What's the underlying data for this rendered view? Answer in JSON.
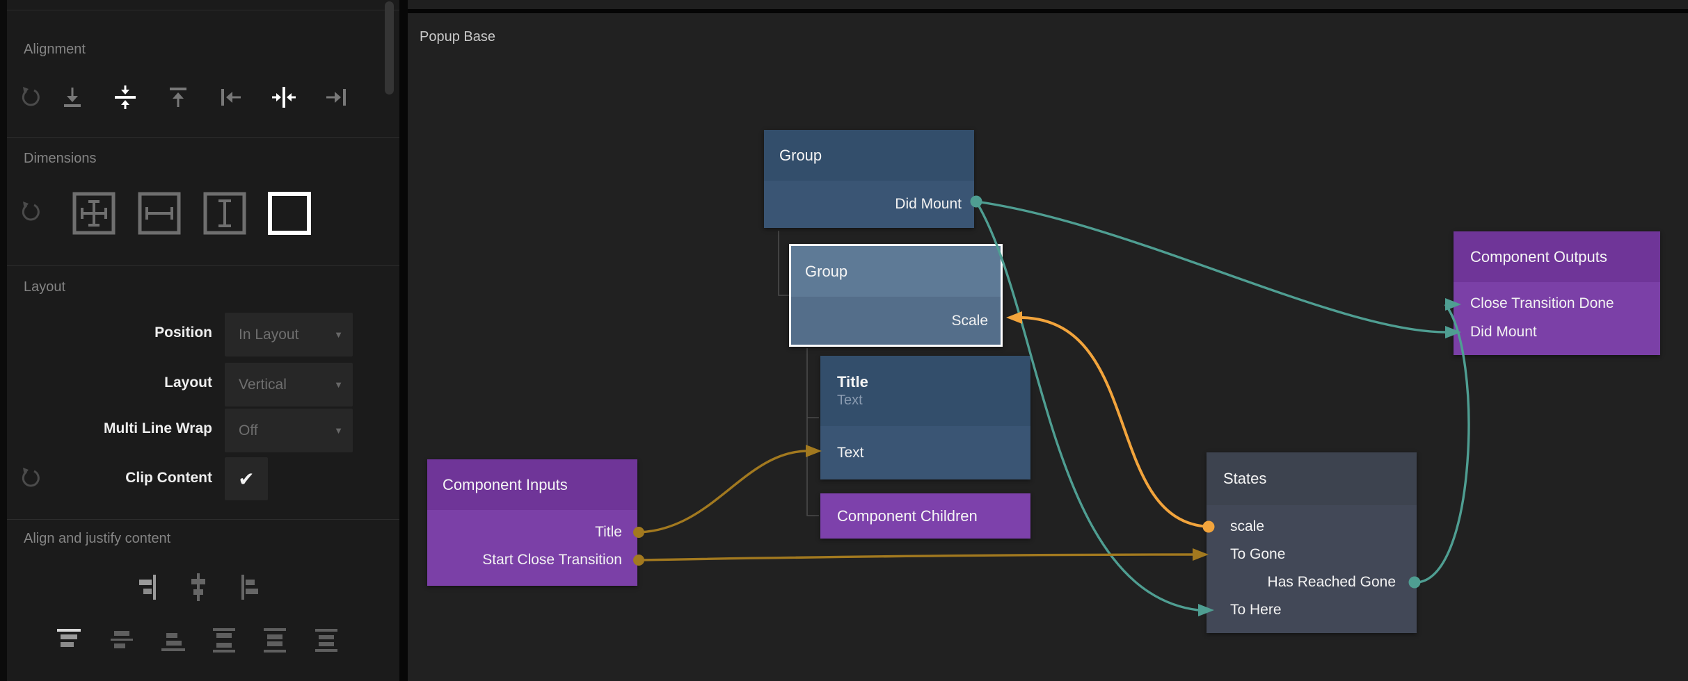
{
  "colors": {
    "wire_signal_teal": "#4f9e92",
    "wire_data_gold": "#a2791f",
    "wire_active_orange": "#f2a43c",
    "node_blue": "#334e6b",
    "node_blue_selected": "#5e7a96",
    "node_purple": "#6f3598",
    "node_gray": "#3d434f",
    "canvas_bg": "#212121",
    "sidebar_bg": "#1b1b1b"
  },
  "sidebar": {
    "alignment": {
      "title": "Alignment"
    },
    "dimensions": {
      "title": "Dimensions"
    },
    "layout": {
      "title": "Layout",
      "position": {
        "label": "Position",
        "value": "In Layout"
      },
      "layout": {
        "label": "Layout",
        "value": "Vertical"
      },
      "multi_line_wrap": {
        "label": "Multi Line Wrap",
        "value": "Off"
      },
      "clip_content": {
        "label": "Clip Content",
        "checked": true,
        "check_glyph": "✔"
      }
    },
    "align_justify": {
      "title": "Align and justify content"
    },
    "ui": {
      "dropdown_caret": "▼"
    }
  },
  "canvas": {
    "title": "Popup Base",
    "nodes": {
      "group_top": {
        "title": "Group",
        "outputs": [
          {
            "name": "Did Mount"
          }
        ]
      },
      "group_selected": {
        "title": "Group",
        "selected": true,
        "inputs": [
          {
            "name": "Scale"
          }
        ]
      },
      "title_text": {
        "title": "Title",
        "subtitle": "Text",
        "inputs": [
          {
            "name": "Text"
          }
        ]
      },
      "component_children": {
        "title": "Component Children"
      },
      "component_inputs": {
        "title": "Component Inputs",
        "outputs": [
          {
            "name": "Title"
          },
          {
            "name": "Start Close Transition"
          }
        ]
      },
      "states": {
        "title": "States",
        "rows": [
          {
            "name": "scale"
          },
          {
            "name": "To Gone"
          },
          {
            "name": "Has Reached Gone"
          },
          {
            "name": "To Here"
          }
        ]
      },
      "component_outputs": {
        "title": "Component Outputs",
        "inputs": [
          {
            "name": "Close Transition Done"
          },
          {
            "name": "Did Mount"
          }
        ]
      }
    },
    "connections": [
      {
        "from": "Group.Did Mount",
        "to": "Component Outputs.Did Mount",
        "color": "#4f9e92"
      },
      {
        "from": "Group.Did Mount",
        "to": "States.To Here",
        "color": "#4f9e92"
      },
      {
        "from": "States.Has Reached Gone",
        "to": "Component Outputs.Close Transition Done",
        "color": "#4f9e92"
      },
      {
        "from": "States.scale",
        "to": "Group.Scale",
        "color": "#f2a43c"
      },
      {
        "from": "Component Inputs.Title",
        "to": "Title.Text",
        "color": "#a2791f"
      },
      {
        "from": "Component Inputs.Start Close Transition",
        "to": "States.To Gone",
        "color": "#a2791f"
      }
    ]
  }
}
